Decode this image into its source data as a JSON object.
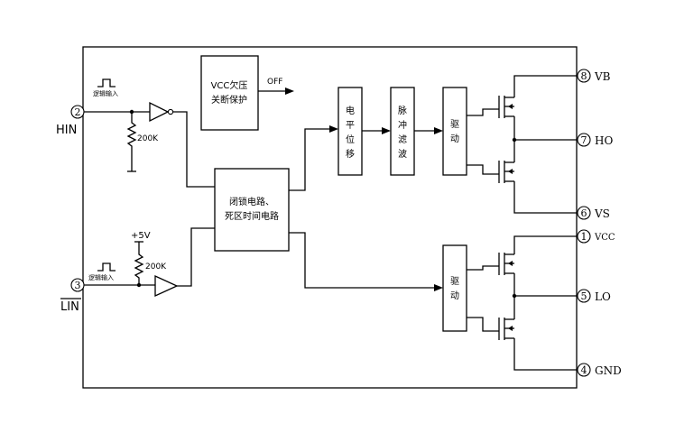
{
  "pins": {
    "hin": {
      "num": "2",
      "name": "HIN"
    },
    "lin": {
      "num": "3",
      "name": "LIN"
    },
    "vb": {
      "num": "8",
      "name": "VB"
    },
    "ho": {
      "num": "7",
      "name": "HO"
    },
    "vs": {
      "num": "6",
      "name": "VS"
    },
    "vcc": {
      "num": "1",
      "name": "VCC"
    },
    "lo": {
      "num": "5",
      "name": "LO"
    },
    "gnd": {
      "num": "4",
      "name": "GND"
    }
  },
  "inputs": {
    "logic_input_label": "逻辑输入",
    "resistor_value": "200K",
    "supply": "+5V"
  },
  "blocks": {
    "uvlo": {
      "line1": "VCC欠压",
      "line2": "关断保护",
      "output": "OFF"
    },
    "latch": {
      "line1": "闭锁电路、",
      "line2": "死区时间电路"
    },
    "level_shift": [
      "电",
      "平",
      "位",
      "移"
    ],
    "pulse_filter": [
      "脉",
      "冲",
      "滤",
      "波"
    ],
    "driver_high": [
      "驱",
      "动"
    ],
    "driver_low": [
      "驱",
      "动"
    ]
  }
}
